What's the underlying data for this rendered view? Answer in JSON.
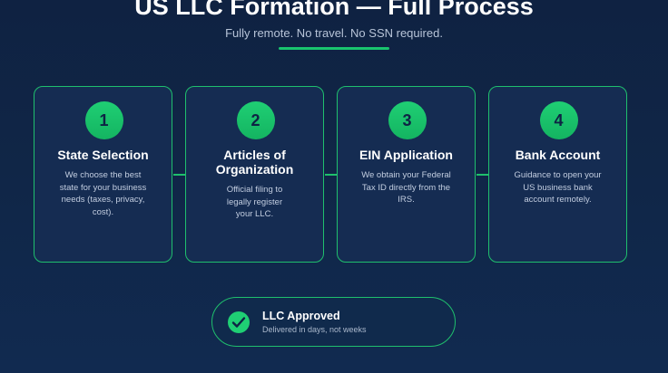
{
  "header": {
    "title": "US LLC Formation — Full Process",
    "subtitle": "Fully remote. No travel. No SSN required."
  },
  "steps": [
    {
      "number": "1",
      "title": "State Selection",
      "description": "We choose the best state for your business needs (taxes, privacy, cost)."
    },
    {
      "number": "2",
      "title": "Articles of Organization",
      "description": "Official filing to legally register your LLC."
    },
    {
      "number": "3",
      "title": "EIN Application",
      "description": "We obtain your Federal Tax ID directly from the IRS."
    },
    {
      "number": "4",
      "title": "Bank Account",
      "description": "Guidance to open your US business bank account remotely."
    }
  ],
  "result": {
    "title": "LLC Approved",
    "subtitle": "Delivered in days, not weeks",
    "icon": "check-icon"
  },
  "colors": {
    "accent": "#1fbf6d",
    "background": "#102647",
    "card": "#152c52"
  }
}
